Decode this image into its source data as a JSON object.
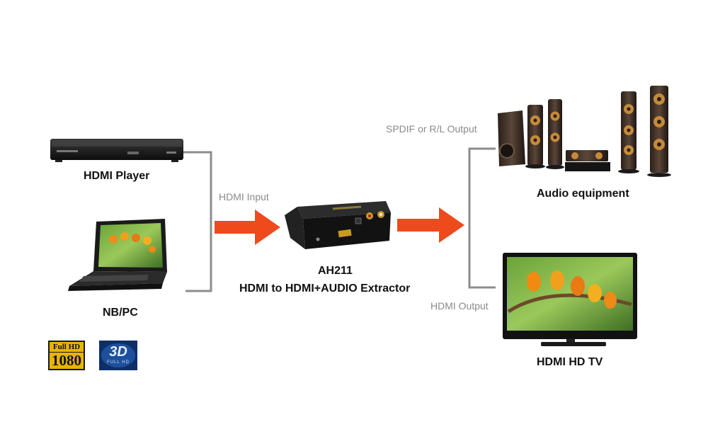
{
  "devices": {
    "hdmi_player": "HDMI Player",
    "nb_pc": "NB/PC",
    "audio_equipment": "Audio equipment",
    "hdmi_hd_tv": "HDMI HD TV"
  },
  "extractor": {
    "model": "AH211",
    "description": "HDMI to HDMI+AUDIO Extractor"
  },
  "connections": {
    "input": "HDMI Input",
    "audio_output": "SPDIF or R/L Output",
    "video_output": "HDMI Output"
  },
  "badges": {
    "fullhd_top": "Full HD",
    "fullhd_bottom": "1080",
    "threed": "3D",
    "threed_sub": "FULL HD"
  },
  "colors": {
    "arrow": "#ee4a1c",
    "connector": "#8c8c8c",
    "badge_gold": "#e8b400",
    "badge_blue": "#1e4f9c"
  }
}
